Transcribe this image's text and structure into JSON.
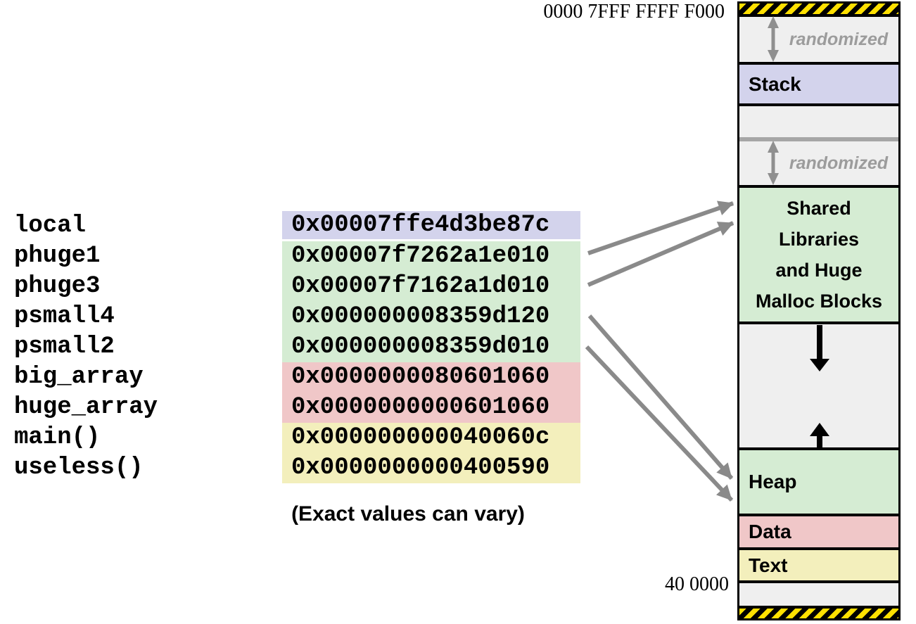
{
  "table": {
    "rows": [
      {
        "label": "local",
        "address": "0x00007ffe4d3be87c",
        "region": "stack"
      },
      {
        "label": "phuge1",
        "address": "0x00007f7262a1e010",
        "region": "shared"
      },
      {
        "label": "phuge3",
        "address": "0x00007f7162a1d010",
        "region": "shared"
      },
      {
        "label": "psmall4",
        "address": "0x000000008359d120",
        "region": "shared"
      },
      {
        "label": "psmall2",
        "address": "0x000000008359d010",
        "region": "shared"
      },
      {
        "label": "big_array",
        "address": "0x0000000080601060",
        "region": "data"
      },
      {
        "label": "huge_array",
        "address": "0x0000000000601060",
        "region": "data"
      },
      {
        "label": "main()",
        "address": "0x000000000040060c",
        "region": "text"
      },
      {
        "label": "useless()",
        "address": "0x0000000000400590",
        "region": "text"
      }
    ],
    "caption": "(Exact values can vary)"
  },
  "memory_map": {
    "top_address": "0000 7FFF FFFF F000",
    "bottom_address": "40 0000",
    "randomized_label": "randomized",
    "stack_label": "Stack",
    "shared_lines": [
      "Shared",
      "Libraries",
      "and Huge",
      "Malloc Blocks"
    ],
    "heap_label": "Heap",
    "data_label": "Data",
    "text_label": "Text"
  },
  "colors": {
    "stack_lavender": "#d3d3ec",
    "region_green": "#d5ecd3",
    "data_pink": "#f0c7c8",
    "text_yellow": "#f3efbc",
    "region_gray": "#efefef",
    "divider_gray": "#a6a6a6",
    "pointer_arrow_gray": "#8a8a8a",
    "hazard_yellow": "#ffe000",
    "randomized_text_gray": "#9c9c9c"
  }
}
